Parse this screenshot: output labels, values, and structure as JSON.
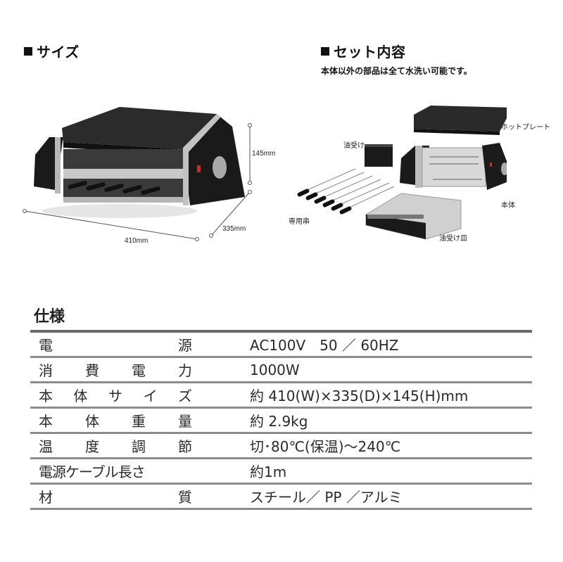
{
  "size_section": {
    "title": "サイズ",
    "dimensions": {
      "width": "410mm",
      "depth": "335mm",
      "height": "145mm"
    }
  },
  "set_section": {
    "title": "セット内容",
    "note": "本体以外の部品は全て水洗い可能です。",
    "parts": {
      "hot_plate": "ホットプレート",
      "oil_receiver": "油受け",
      "skewers": "専用串",
      "body": "本体",
      "oil_tray": "油受け皿"
    }
  },
  "spec": {
    "title": "仕様",
    "rows": [
      {
        "key_chars": [
          "電",
          "源"
        ],
        "value": "AC100V　50 ／ 60HZ"
      },
      {
        "key_chars": [
          "消",
          "費",
          "電",
          "力"
        ],
        "value": "1000W"
      },
      {
        "key_chars": [
          "本",
          "体",
          "サ",
          "イ",
          "ズ"
        ],
        "value": "約 410(W)×335(D)×145(H)mm"
      },
      {
        "key_chars": [
          "本",
          "体",
          "重",
          "量"
        ],
        "value": "約 2.9kg"
      },
      {
        "key_chars": [
          "温",
          "度",
          "調",
          "節"
        ],
        "value": "切･80℃(保温)～240℃"
      },
      {
        "key_full": "電源ケーブル長さ",
        "value": "約1m"
      },
      {
        "key_chars": [
          "材",
          "質"
        ],
        "value": "スチール／ PP ／アルミ"
      }
    ]
  }
}
